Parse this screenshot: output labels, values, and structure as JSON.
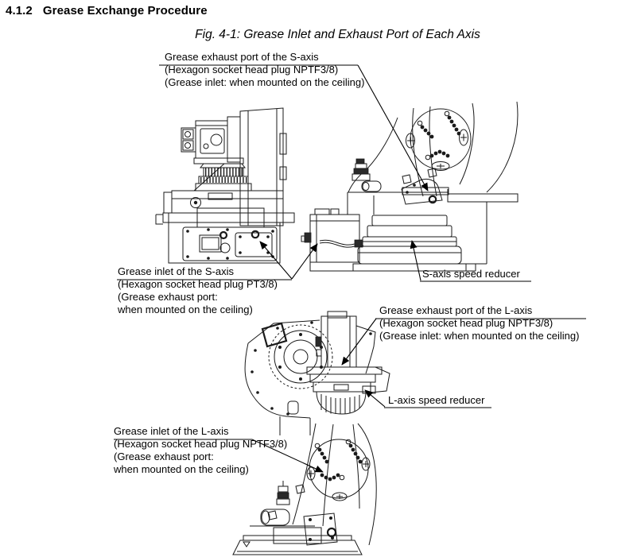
{
  "page": {
    "heading_number": "4.1.2",
    "heading_title": "Grease Exchange Procedure",
    "figure_caption": "Fig. 4-1: Grease Inlet and Exhaust Port of Each Axis"
  },
  "colors": {
    "ink": "#1a1a1a",
    "text": "#000000",
    "background": "#ffffff"
  },
  "labels": {
    "s_exhaust": {
      "lines": [
        "Grease exhaust port of the S-axis",
        "(Hexagon socket head plug NPTF3/8)",
        "(Grease inlet: when mounted on the ceiling)"
      ]
    },
    "s_inlet": {
      "lines": [
        "Grease inlet of the S-axis",
        "(Hexagon socket head plug PT3/8)",
        "(Grease exhaust port:",
        "when mounted on the ceiling)"
      ]
    },
    "s_reducer": {
      "lines": [
        "S-axis speed reducer"
      ]
    },
    "l_exhaust": {
      "lines": [
        "Grease exhaust port of the L-axis",
        "(Hexagon socket head plug NPTF3/8)",
        "(Grease inlet: when mounted on the ceiling)"
      ]
    },
    "l_reducer": {
      "lines": [
        "L-axis speed reducer"
      ]
    },
    "l_inlet": {
      "lines": [
        "Grease inlet of the L-axis",
        "(Hexagon socket head plug NPTF3/8)",
        "(Grease exhaust port:",
        "when mounted on the ceiling)"
      ]
    }
  }
}
